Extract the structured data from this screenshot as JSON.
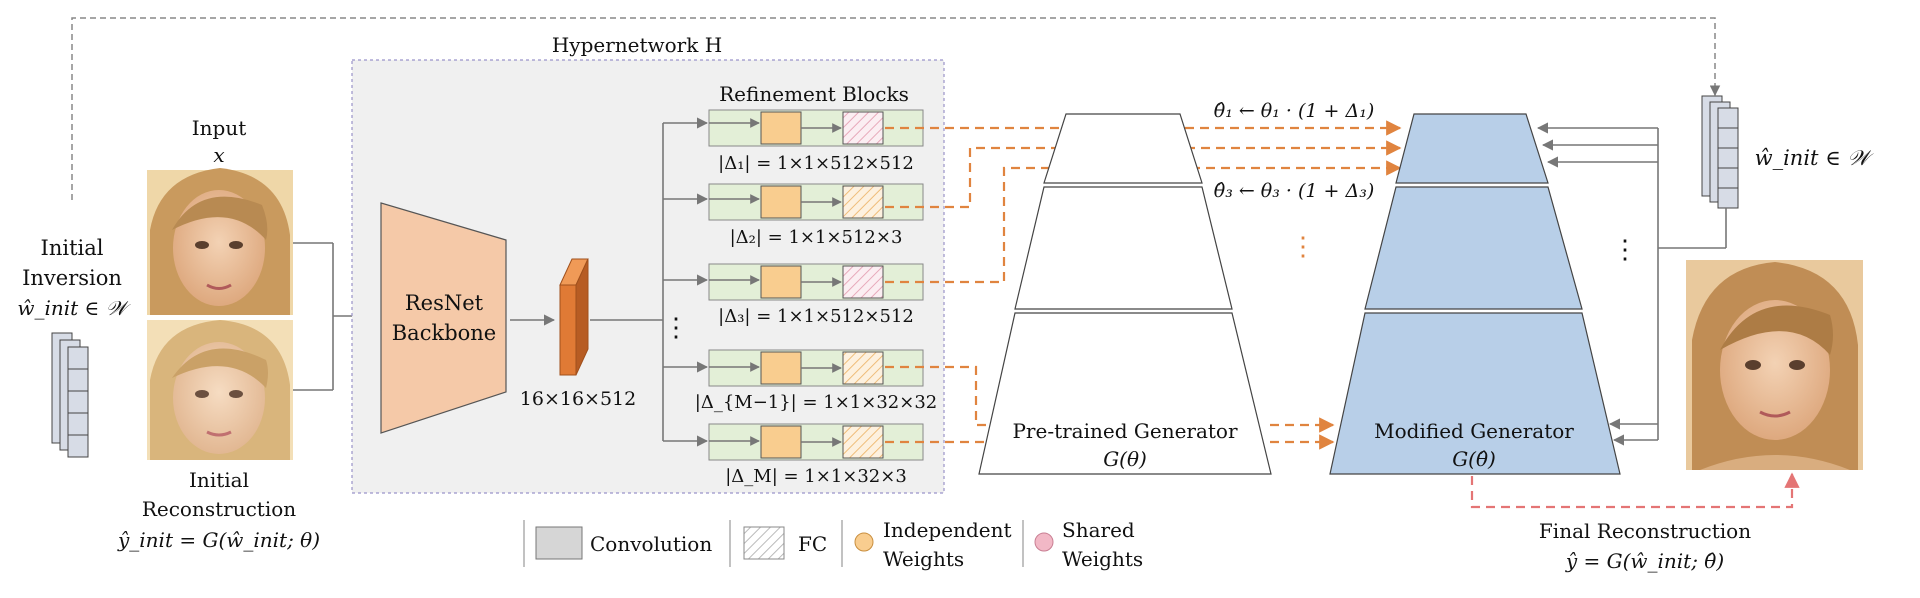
{
  "hypernetwork": {
    "title": "Hypernetwork H"
  },
  "input": {
    "label": "Input",
    "symbol": "x"
  },
  "initial_inversion": {
    "line1": "Initial",
    "line2": "Inversion",
    "line3": "ŵ_init ∈ 𝒲"
  },
  "initial_reconstruction": {
    "line1": "Initial",
    "line2": "Reconstruction",
    "line3": "ŷ_init = G(ŵ_init; θ)"
  },
  "backbone": {
    "line1": "ResNet",
    "line2": "Backbone"
  },
  "feature_map": {
    "label": "16×16×512"
  },
  "refinement": {
    "title": "Refinement Blocks",
    "ellipsis": "⋮",
    "blocks": [
      {
        "label": "|Δ₁| = 1×1×512×512",
        "shared": true
      },
      {
        "label": "|Δ₂| = 1×1×512×3",
        "shared": false
      },
      {
        "label": "|Δ₃| = 1×1×512×512",
        "shared": true
      },
      {
        "label": "|Δ_{M−1}| = 1×1×32×32",
        "shared": false
      },
      {
        "label": "|Δ_M| = 1×1×32×3",
        "shared": false
      }
    ]
  },
  "pretrained": {
    "line1": "Pre-trained Generator",
    "line2": "G(θ)"
  },
  "modified": {
    "line1": "Modified Generator",
    "line2": "G(θ̂)"
  },
  "updates": {
    "eq1": "θ̂₁ ← θ₁ · (1 + Δ₁)",
    "eq3": "θ̂₃ ← θ₃ · (1 + Δ₃)"
  },
  "latent": {
    "label": "ŵ_init ∈ 𝒲"
  },
  "final": {
    "line1": "Final Reconstruction",
    "line2": "ŷ = G(ŵ_init; θ̂)"
  },
  "legend": {
    "conv": "Convolution",
    "fc": "FC",
    "independent_1": "Independent",
    "independent_2": "Weights",
    "shared_1": "Shared",
    "shared_2": "Weights"
  },
  "colors": {
    "orange_dash": "#e0843f",
    "red_dash": "#e47575",
    "backbone": "#f5c9a8",
    "block_bg": "#e3efd7",
    "independent": "#f9cd8f",
    "shared": "#f2b8c6",
    "modified": "#b8cfe8",
    "panel": "#f0f0f0"
  }
}
